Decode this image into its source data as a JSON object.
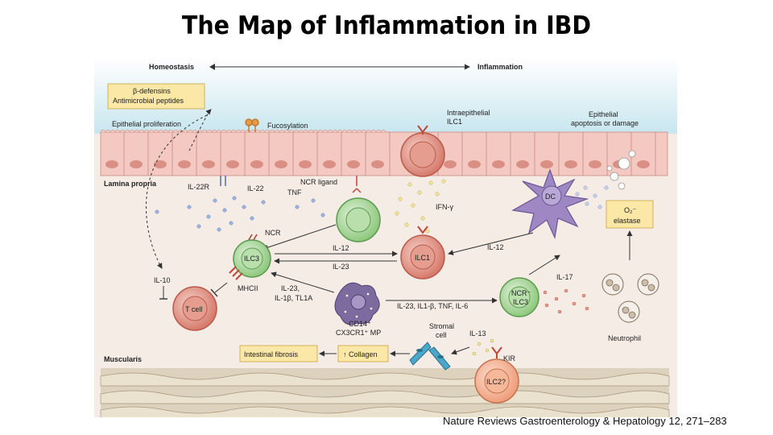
{
  "slide": {
    "title": "The Map of Inflammation in IBD",
    "citation": "Nature Reviews Gastroenterology & Hepatology 12, 271–283"
  },
  "diagram": {
    "axis_homeostasis": "Homeostasis",
    "axis_inflammation": "Inflammation",
    "defensins_box": [
      "β-defensins",
      "Antimicrobial peptides"
    ],
    "epithelial_proliferation": "Epithelial proliferation",
    "fucosylation": "Fucosylation",
    "intraepithelial": "Intraepithelial",
    "ilc1_label": "ILC1",
    "epithelial_apoptosis_1": "Epithelial",
    "epithelial_apoptosis_2": "apoptosis or damage",
    "lamina_propria": "Lamina propria",
    "il22r": "IL-22R",
    "il22": "IL-22",
    "ncr_ligand": "NCR ligand",
    "tnf": "TNF",
    "ifn": "IFN-γ",
    "dc": "DC",
    "o2_elastase_1": "O₂⁻",
    "o2_elastase_2": "elastase",
    "ncr": "NCR",
    "ilc3": "ILC3",
    "il12_a": "IL-12",
    "il12_b": "IL-12",
    "il23_a": "IL-23",
    "ilc1_cell": "ILC1",
    "il10": "IL-10",
    "mhcii": "MHCII",
    "il23_group": [
      "IL-23,",
      "IL-1β, TL1A"
    ],
    "tcell": "T cell",
    "cd14": "CD14⁺",
    "cx3cr1": "CX3CR1⁺ MP",
    "il_mix": "IL-23, IL1-β, TNF, IL-6",
    "ncr_minus": "NCR⁻",
    "ilc3_b": "ILC3",
    "il17": "IL-17",
    "neutrophil": "Neutrophil",
    "stromal_1": "Stromal",
    "stromal_2": "cell",
    "il13": "IL-13",
    "kir": "KIR",
    "ilc2": "ILC2?",
    "muscularis": "Muscularis",
    "fibrosis": "Intestinal fibrosis",
    "collagen": "↑ Collagen"
  },
  "colors": {
    "lumen_top": "#c8e6ef",
    "lamina": "#f6ece6",
    "epithelium": "#f3c9c2",
    "muscle": "#ddd2bd",
    "label_box": "#fbe7a6",
    "ilc3_fill": "#a9d69b",
    "ilc1_fill": "#e69a8e",
    "dc_fill": "#9e87c2"
  }
}
